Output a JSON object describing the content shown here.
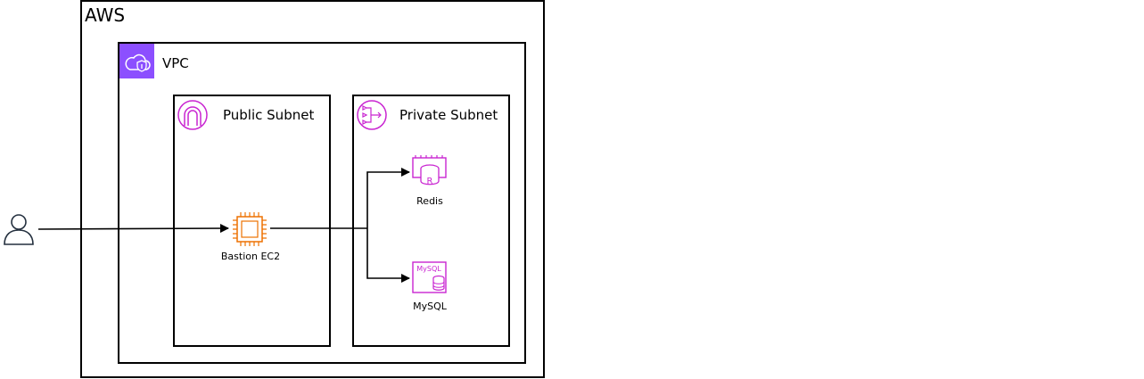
{
  "aws": {
    "label": "AWS"
  },
  "vpc": {
    "label": "VPC",
    "icon": "vpc-cloud-shield-icon",
    "color": "#8c4fff"
  },
  "public_subnet": {
    "label": "Public Subnet",
    "icon": "internet-gateway-icon",
    "color": "#c925d1"
  },
  "private_subnet": {
    "label": "Private Subnet",
    "icon": "subnet-router-icon",
    "color": "#c925d1"
  },
  "user": {
    "icon": "user-icon",
    "color": "#232f3e"
  },
  "bastion": {
    "label": "Bastion EC2",
    "icon": "ec2-chip-icon",
    "color": "#ed7100"
  },
  "redis": {
    "label": "Redis",
    "icon": "elasticache-redis-icon",
    "color": "#c925d1"
  },
  "mysql": {
    "label": "MySQL",
    "icon": "rds-mysql-icon",
    "icon_text": "MySQL",
    "color": "#c925d1"
  }
}
